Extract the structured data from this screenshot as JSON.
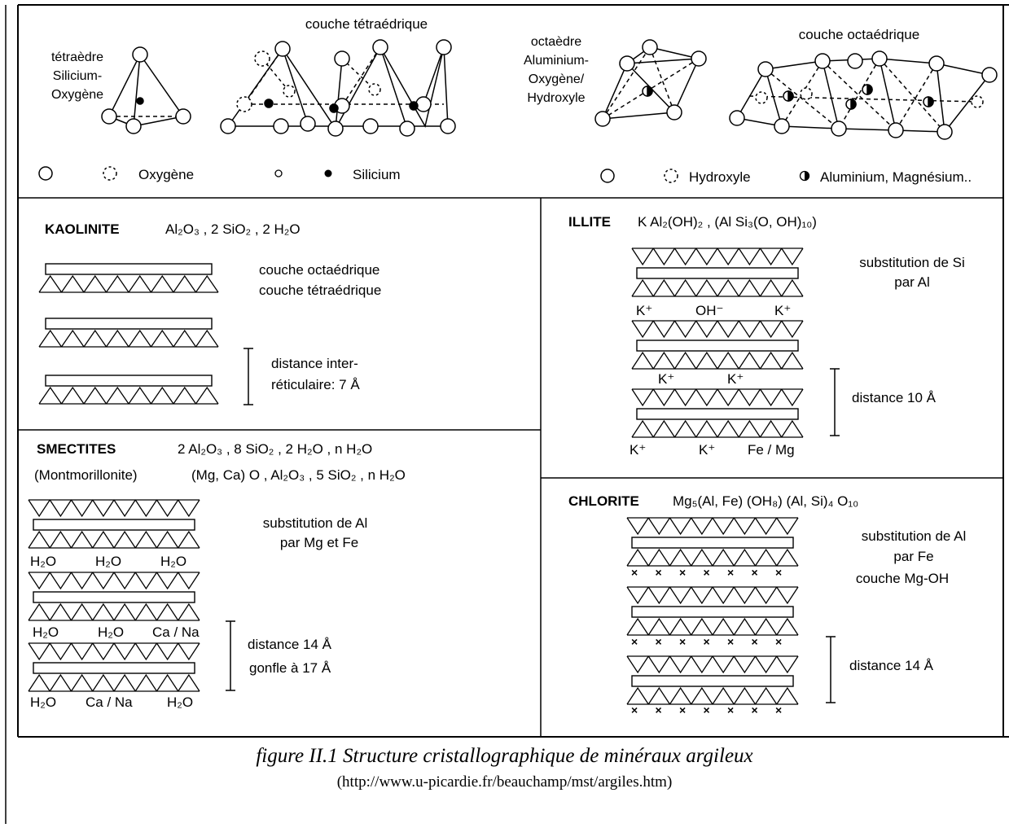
{
  "structures": {
    "tetra_label": [
      "tétraèdre",
      "Silicium-",
      "Oxygène"
    ],
    "tetra_layer_title": "couche tétraédrique",
    "octa_label": [
      "octaèdre",
      "Aluminium-",
      "Oxygène/",
      "Hydroxyle"
    ],
    "octa_layer_title": "couche octaédrique",
    "legend_oxygen": "Oxygène",
    "legend_silicium": "Silicium",
    "legend_hydroxyle": "Hydroxyle",
    "legend_aluminium": "Aluminium, Magnésium.."
  },
  "kaolinite": {
    "name": "KAOLINITE",
    "formula": "Al₂O₃ , 2 SiO₂ , 2 H₂O",
    "label_octa": "couche octaédrique",
    "label_tetra": "couche tétraédrique",
    "distance_line1": "distance inter-",
    "distance_line2": "réticulaire: 7 Å"
  },
  "illite": {
    "name": "ILLITE",
    "formula": "K Al₂(OH)₂ , (Al Si₃(O, OH)₁₀)",
    "note_line1": "substitution de Si",
    "note_line2": "par Al",
    "ions_row1": [
      "K⁺",
      "OH⁻",
      "K⁺"
    ],
    "ions_row2": [
      "K⁺",
      "K⁺"
    ],
    "ions_row3": [
      "K⁺",
      "K⁺",
      "Fe / Mg"
    ],
    "distance": "distance 10 Å"
  },
  "smectites": {
    "name": "SMECTITES",
    "formula1": "2 Al₂O₃ , 8 SiO₂ , 2 H₂O , n H₂O",
    "subname": "(Montmorillonite)",
    "formula2": "(Mg, Ca) O , Al₂O₃ , 5 SiO₂ , n H₂O",
    "note_line1": "substitution de Al",
    "note_line2": "par Mg et Fe",
    "ions_row1": [
      "H₂O",
      "H₂O",
      "H₂O"
    ],
    "ions_row2": [
      "H₂O",
      "H₂O",
      "Ca / Na"
    ],
    "ions_row3": [
      "H₂O",
      "Ca / Na",
      "H₂O"
    ],
    "distance_line1": "distance 14 Å",
    "distance_line2": "gonfle à 17 Å"
  },
  "chlorite": {
    "name": "CHLORITE",
    "formula": "Mg₅(Al, Fe) (OH₈) (Al, Si)₄ O₁₀",
    "note_line1": "substitution de Al",
    "note_line2": "par Fe",
    "note_line3": "couche Mg-OH",
    "distance": "distance 14 Å"
  },
  "caption": {
    "title": "figure II.1 Structure cristallographique de minéraux argileux",
    "url": "(http://www.u-picardie.fr/beauchamp/mst/argiles.htm)"
  }
}
